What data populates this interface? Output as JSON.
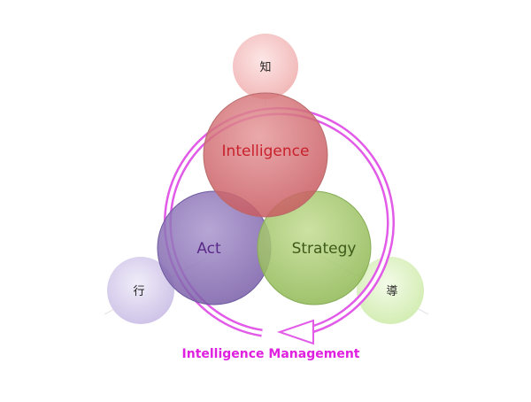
{
  "outer_nodes": {
    "top": {
      "label": "知",
      "fill": "#f6c6c6"
    },
    "left": {
      "label": "行",
      "fill": "#dcd4ee"
    },
    "right": {
      "label": "導",
      "fill": "#e0f2c8"
    }
  },
  "venn": {
    "intelligence": {
      "label": "Intelligence",
      "fill": "#d36a6f",
      "text_color": "#c8202c"
    },
    "act": {
      "label": "Act",
      "fill": "#8e72b8",
      "text_color": "#5a2a8a"
    },
    "strategy": {
      "label": "Strategy",
      "fill": "#a6cc68",
      "text_color": "#3d5a18"
    }
  },
  "cycle_arrow": {
    "color": "#e060e6"
  },
  "caption": {
    "text": "Intelligence Management",
    "color": "#e020e0"
  }
}
